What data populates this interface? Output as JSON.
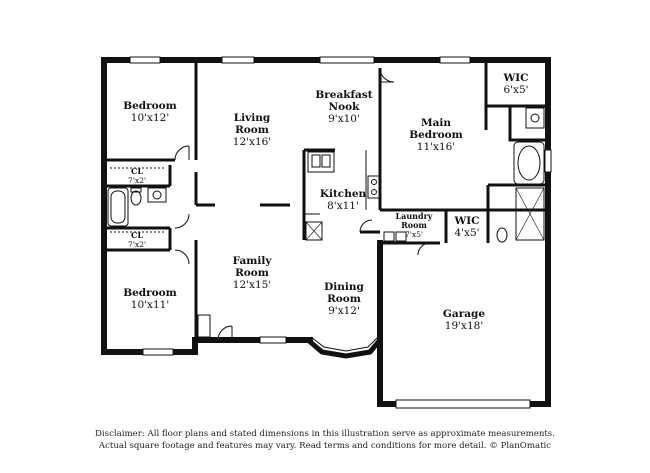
{
  "rooms": {
    "bedroom_top": {
      "name": "Bedroom",
      "dim": "10'x12'"
    },
    "living_room": {
      "name": "Living Room",
      "dim": "12'x16'"
    },
    "breakfast_nook": {
      "name": "Breakfast Nook",
      "dim": "9'x10'"
    },
    "main_bedroom": {
      "name": "Main Bedroom",
      "dim": "11'x16'"
    },
    "wic_top": {
      "name": "WIC",
      "dim": "6'x5'"
    },
    "closet_top": {
      "name": "CL",
      "dim": "7'x2'"
    },
    "kitchen": {
      "name": "Kitchen",
      "dim": "8'x11'"
    },
    "laundry_room": {
      "name": "Laundry Room",
      "dim": "7'x5'"
    },
    "wic_middle": {
      "name": "WIC",
      "dim": "4'x5'"
    },
    "closet_bottom": {
      "name": "CL",
      "dim": "7'x2'"
    },
    "family_room": {
      "name": "Family Room",
      "dim": "12'x15'"
    },
    "bedroom_bottom": {
      "name": "Bedroom",
      "dim": "10'x11'"
    },
    "dining_room": {
      "name": "Dining Room",
      "dim": "9'x12'"
    },
    "garage": {
      "name": "Garage",
      "dim": "19'x18'"
    }
  },
  "disclaimer": {
    "line1": "Disclaimer: All floor plans and stated dimensions in this illustration serve as approximate measurements.",
    "line2": "Actual square footage and features may vary. Read terms and conditions for more detail. © PlanOmatic"
  }
}
